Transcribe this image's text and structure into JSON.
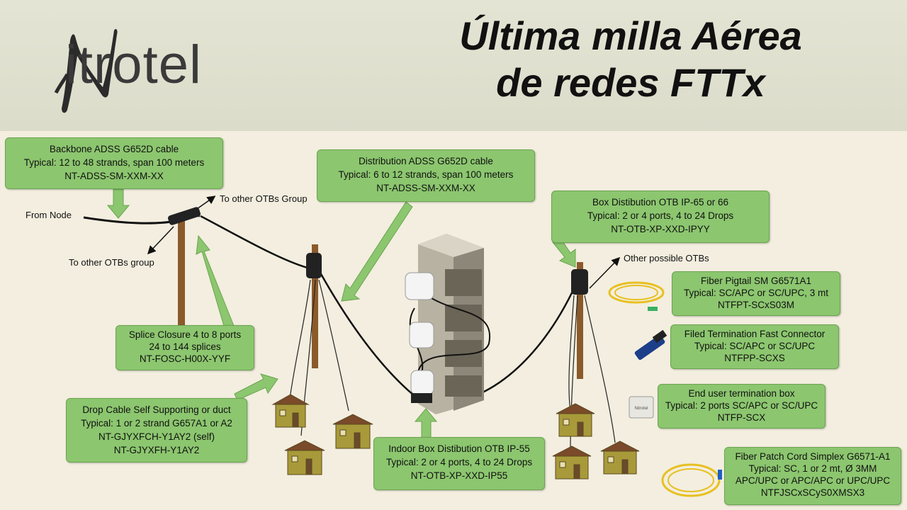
{
  "header": {
    "logo_text": "itrotel",
    "logo_letter": "N",
    "title_line1": "Última milla Aérea",
    "title_line2": "de redes FTTx"
  },
  "labels": {
    "from_node": "From Node",
    "to_other_otbs_group_top": "To other OTBs Group",
    "to_other_otbs_group_bottom": "To other OTBs group",
    "other_possible_otbs": "Other possible OTBs"
  },
  "boxes": {
    "backbone": [
      "Backbone ADSS G652D cable",
      "Typical: 12 to 48 strands, span 100 meters",
      "NT-ADSS-SM-XXM-XX"
    ],
    "distribution": [
      "Distribution ADSS G652D cable",
      "Typical: 6 to 12 strands, span 100 meters",
      "NT-ADSS-SM-XXM-XX"
    ],
    "box_distribution": [
      "Box Distibution OTB IP-65 or 66",
      "Typical: 2 or 4 ports, 4 to 24 Drops",
      "NT-OTB-XP-XXD-IPYY"
    ],
    "fiber_pigtail": [
      "Fiber Pigtail SM G6571A1",
      "Typical: SC/APC or SC/UPC, 3 mt",
      "NTFPT-SCxS03M"
    ],
    "fast_connector": [
      "Filed Termination Fast Connector",
      "Typical: SC/APC or SC/UPC",
      "NTFPP-SCXS"
    ],
    "end_user_box": [
      "End user termination box",
      "Typical: 2 ports SC/APC or SC/UPC",
      "NTFP-SCX"
    ],
    "patch_cord": [
      "Fiber Patch Cord Simplex G6571-A1",
      "Typical: SC, 1 or 2 mt, Ø 3MM",
      "APC/UPC or  APC/APC or UPC/UPC",
      "NTFJSCxSCyS0XMSX3"
    ],
    "splice_closure": [
      "Splice Closure 4 to 8 ports",
      "24 to 144 splices",
      "NT-FOSC-H00X-YYF"
    ],
    "drop_cable": [
      "Drop Cable Self Supporting or duct",
      "Typical: 1 or 2 strand G657A1 or A2",
      "NT-GJYXFCH-Y1AY2 (self)",
      "NT-GJYXFH-Y1AY2"
    ],
    "indoor_box": [
      "Indoor Box Distibution OTB IP-55",
      "Typical: 2 or 4 ports, 4 to 24 Drops",
      "NT-OTB-XP-XXD-IP55"
    ]
  },
  "end_user_box_label": "Nitrotel",
  "colors": {
    "box_green": "#8cc66f",
    "arrow_green": "#8cc66f",
    "pole_brown": "#8b5a2b",
    "background": "#f3eedf",
    "header_bg": "#e0e0cf"
  }
}
